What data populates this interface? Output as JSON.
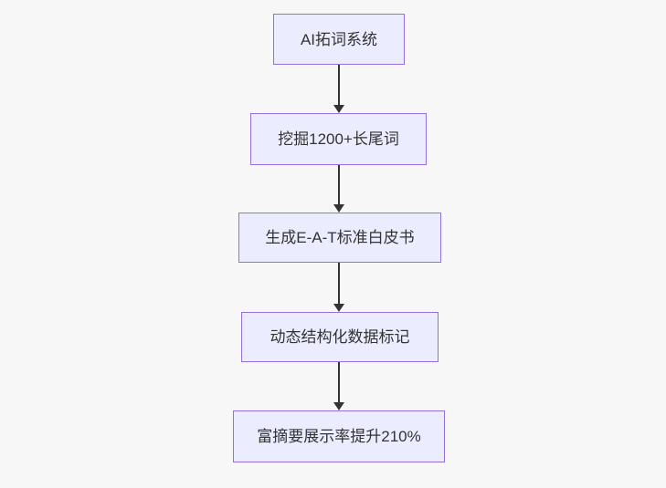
{
  "diagram": {
    "type": "flowchart",
    "direction": "top-down",
    "nodes": [
      {
        "id": "A",
        "label": "AI拓词系统"
      },
      {
        "id": "B",
        "label": "挖掘1200+长尾词"
      },
      {
        "id": "C",
        "label": "生成E-A-T标准白皮书"
      },
      {
        "id": "D",
        "label": "动态结构化数据标记"
      },
      {
        "id": "E",
        "label": "富摘要展示率提升210%"
      }
    ],
    "edges": [
      {
        "from": "AI拓词系统",
        "to": "挖掘1200+长尾词"
      },
      {
        "from": "挖掘1200+长尾词",
        "to": "生成E-A-T标准白皮书"
      },
      {
        "from": "生成E-A-T标准白皮书",
        "to": "动态结构化数据标记"
      },
      {
        "from": "动态结构化数据标记",
        "to": "富摘要展示率提升210%"
      }
    ],
    "colors": {
      "background": "#f7f7f7",
      "node_fill": "#ececff",
      "node_border": "#9370db",
      "edge": "#333333",
      "text": "#333333"
    }
  }
}
